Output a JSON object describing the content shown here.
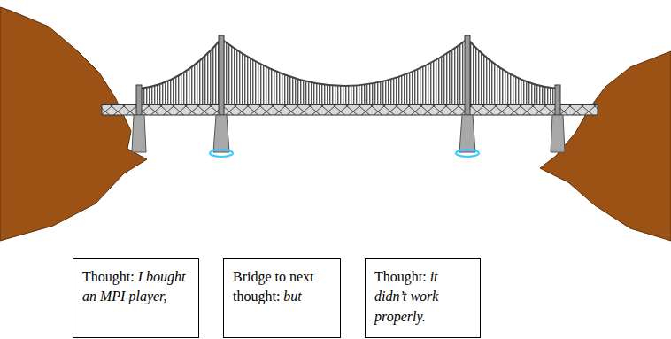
{
  "diagram": {
    "nodes": [
      {
        "text": [
          "Thought:",
          "I bought an MPI player,"
        ]
      },
      {
        "text": [
          "Bridge to next thought:",
          "but"
        ]
      },
      {
        "text": [
          "Thought:",
          "it didn’t work properly."
        ]
      }
    ]
  }
}
